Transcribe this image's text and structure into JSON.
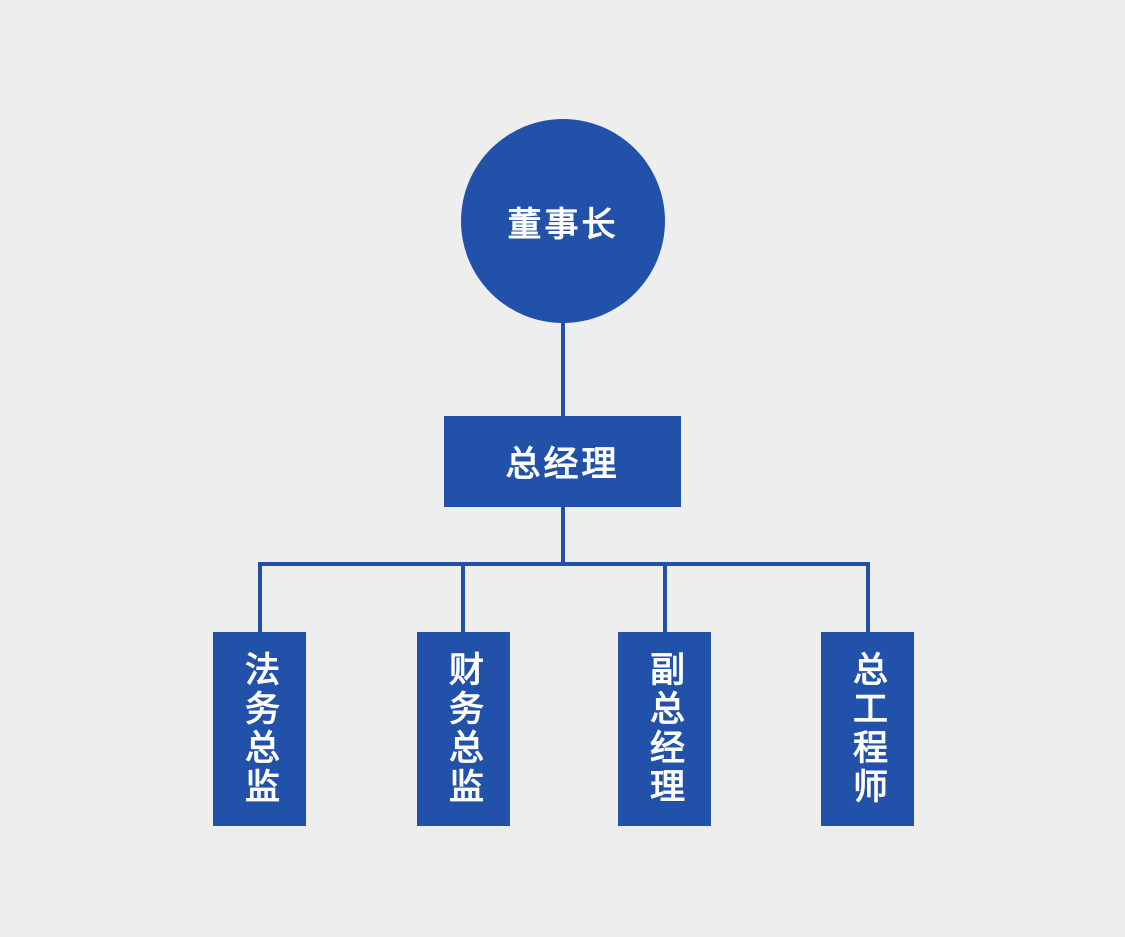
{
  "org_chart": {
    "root": {
      "label": "董事长",
      "shape": "circle"
    },
    "manager": {
      "label": "总经理",
      "shape": "rectangle"
    },
    "departments": [
      {
        "label": "法务总监"
      },
      {
        "label": "财务总监"
      },
      {
        "label": "副总经理"
      },
      {
        "label": "总工程师"
      }
    ],
    "colors": {
      "node_fill": "#2151a9",
      "connector": "#2151a9",
      "text": "#ffffff",
      "background": "#eeeeee"
    }
  }
}
